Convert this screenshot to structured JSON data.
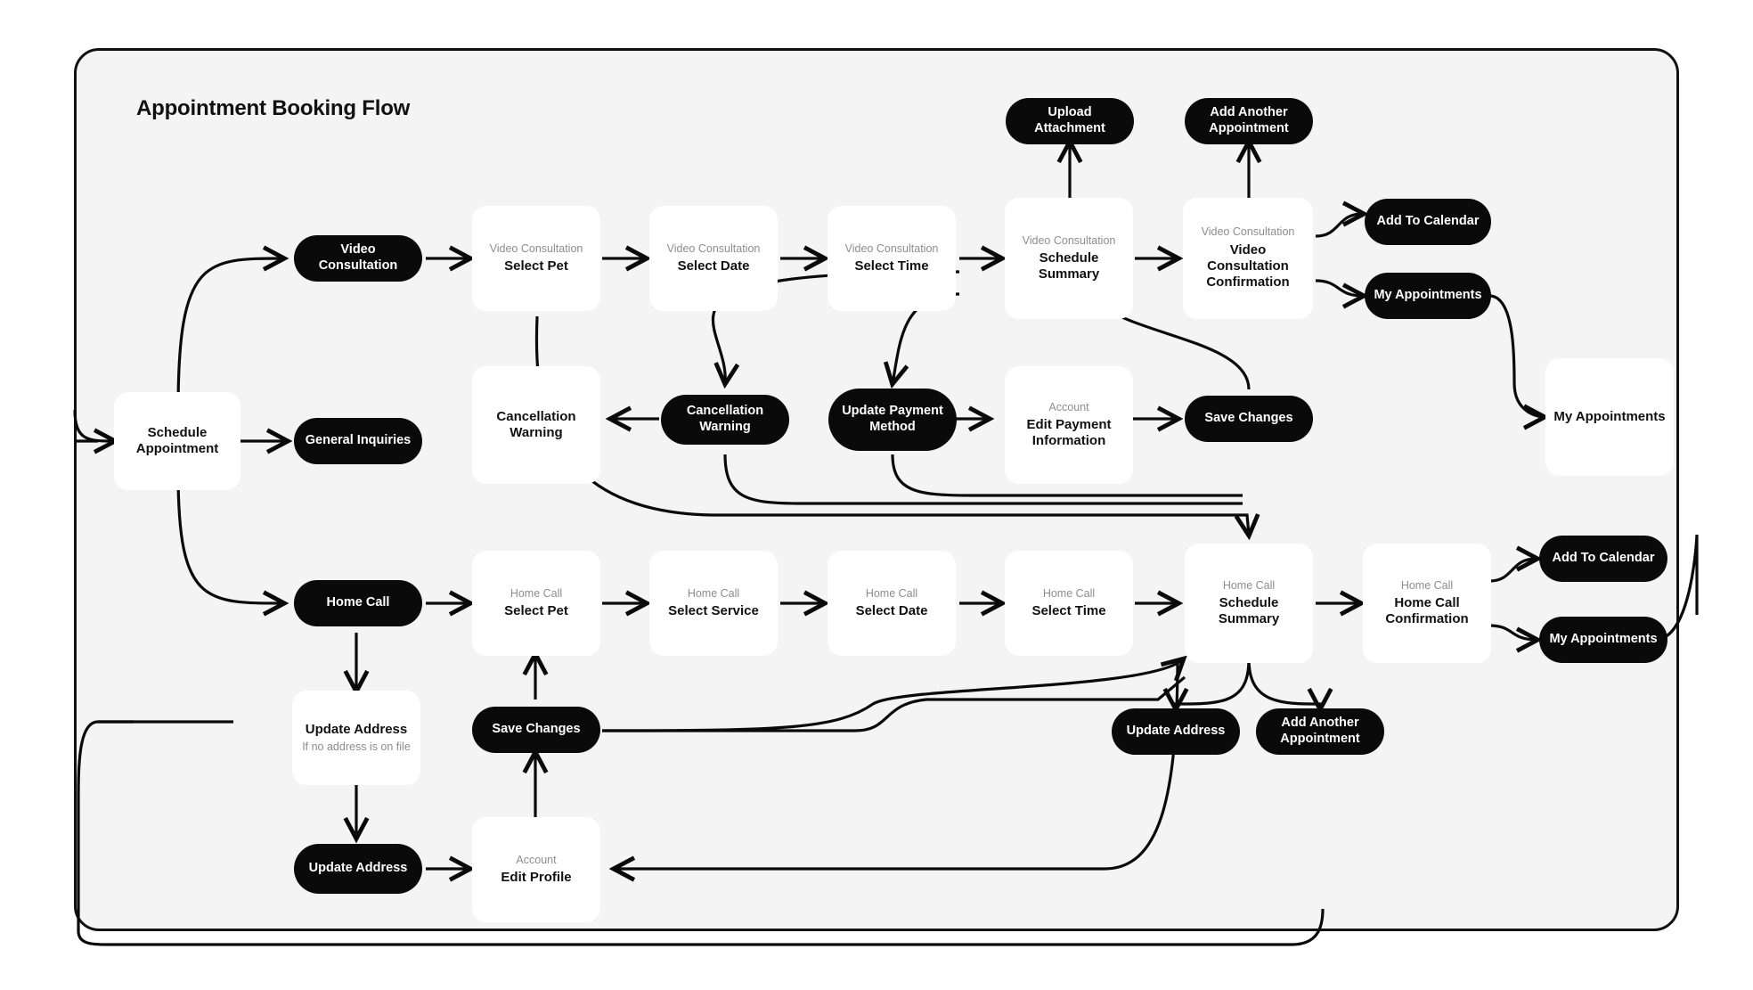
{
  "diagram": {
    "title": "Appointment Booking Flow",
    "background_color": "#f4f4f4",
    "node_dark_color": "#0a0a0a",
    "node_light_color": "#ffffff",
    "eyebrow_color": "#8d8d8d"
  },
  "nodes": {
    "schedule_appointment": {
      "label": "Schedule Appointment"
    },
    "video_consultation_pill": {
      "label": "Video Consultation"
    },
    "general_inquiries": {
      "label": "General Inquiries"
    },
    "home_call_pill": {
      "label": "Home Call"
    },
    "vc_select_pet": {
      "eyebrow": "Video Consultation",
      "label": "Select Pet"
    },
    "vc_select_date": {
      "eyebrow": "Video Consultation",
      "label": "Select Date"
    },
    "vc_select_time": {
      "eyebrow": "Video Consultation",
      "label": "Select Time"
    },
    "vc_schedule_summary": {
      "eyebrow": "Video Consultation",
      "label": "Schedule Summary"
    },
    "vc_confirmation": {
      "eyebrow": "Video Consultation",
      "label": "Video Consultation Confirmation"
    },
    "upload_attachment": {
      "label": "Upload Attachment"
    },
    "add_another_appointment_top": {
      "label": "Add Another Appointment"
    },
    "add_to_calendar_top": {
      "label": "Add To Calendar"
    },
    "my_appointments_top": {
      "label": "My Appointments"
    },
    "my_appointments_card": {
      "label": "My Appointments"
    },
    "cancellation_warning_card": {
      "label": "Cancellation Warning"
    },
    "cancellation_warning_pill": {
      "label": "Cancellation Warning"
    },
    "update_payment_method": {
      "label": "Update Payment Method"
    },
    "edit_payment_information": {
      "eyebrow": "Account",
      "label": "Edit Payment Information"
    },
    "save_changes_mid": {
      "label": "Save Changes"
    },
    "hc_select_pet": {
      "eyebrow": "Home Call",
      "label": "Select Pet"
    },
    "hc_select_service": {
      "eyebrow": "Home Call",
      "label": "Select Service"
    },
    "hc_select_date": {
      "eyebrow": "Home Call",
      "label": "Select Date"
    },
    "hc_select_time": {
      "eyebrow": "Home Call",
      "label": "Select Time"
    },
    "hc_schedule_summary": {
      "eyebrow": "Home Call",
      "label": "Schedule Summary"
    },
    "hc_confirmation": {
      "eyebrow": "Home Call",
      "label": "Home Call Confirmation"
    },
    "add_to_calendar_bottom": {
      "label": "Add To Calendar"
    },
    "my_appointments_bottom": {
      "label": "My Appointments"
    },
    "update_address_bottom_pill": {
      "label": "Update Address"
    },
    "add_another_appointment_bottom": {
      "label": "Add Another Appointment"
    },
    "update_address_card": {
      "label": "Update Address",
      "note": "If no address is on file"
    },
    "update_address_pill": {
      "label": "Update Address"
    },
    "save_changes_bottom": {
      "label": "Save Changes"
    },
    "edit_profile": {
      "eyebrow": "Account",
      "label": "Edit Profile"
    }
  }
}
